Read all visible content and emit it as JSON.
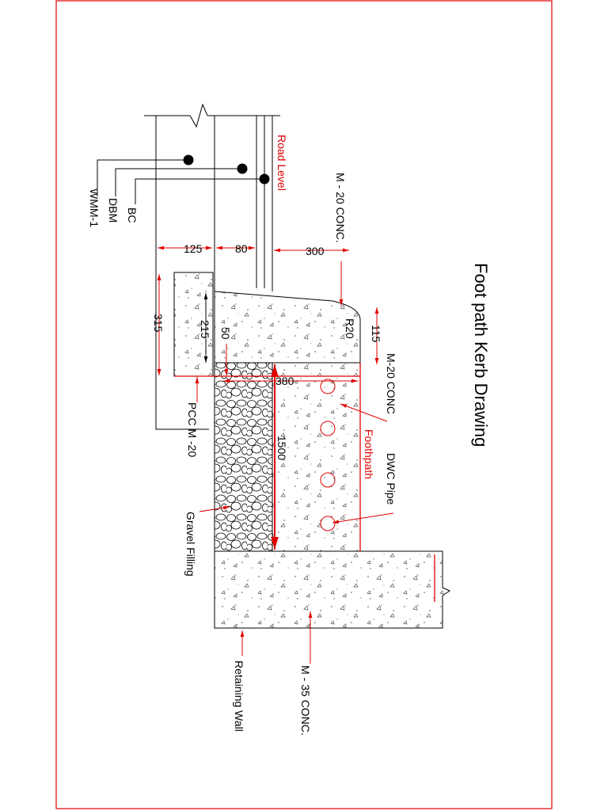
{
  "title": "Foot path Kerb Drawing",
  "colors": {
    "annotation": "#e00000",
    "line": "#000000",
    "border": "#e00000"
  },
  "labels": {
    "road_level": "Road Level",
    "m20_conc_top": "M - 20 CONC.",
    "m20_conc": "M-20 CONC",
    "bc": "BC",
    "dbm": "DBM",
    "wmm": "WMM-1",
    "footpath": "Foothpath",
    "dwc_pipe": "DWC Pipe",
    "pcc": "PCC M -20",
    "gravel": "Gravel Filling",
    "retaining_wall": "Retaining Wall",
    "m35_conc": "M - 35 CONC."
  },
  "dimensions": {
    "d125": "125",
    "d80": "80",
    "d300": "300",
    "d315": "315",
    "d215": "215",
    "d50": "50",
    "d115": "115",
    "r20": "R20",
    "d380": "380",
    "d1500": "1500"
  }
}
